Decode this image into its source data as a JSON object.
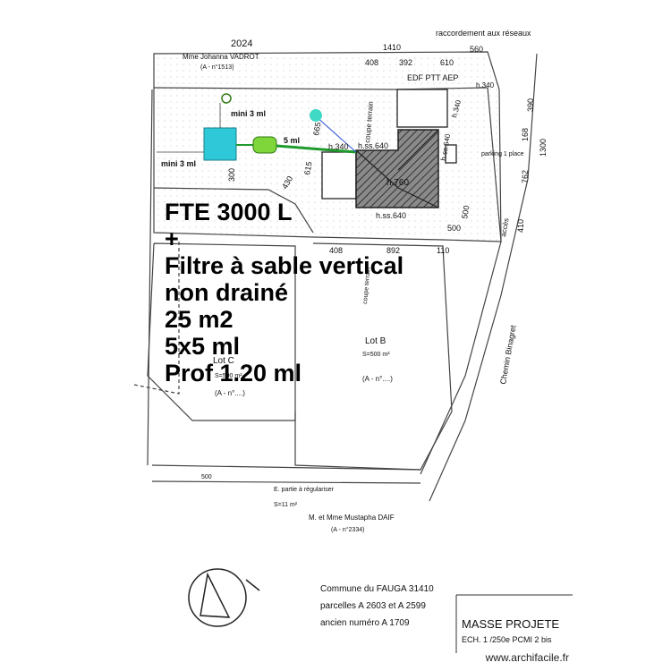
{
  "header": {
    "network_link": "raccordement aux réseaux",
    "neighbor_top": "Mme Johanna VADROT",
    "neighbor_top_ref": "(A - n°1513)"
  },
  "dimensions": {
    "top_total": "2024",
    "top_right": "1410",
    "top_560": "560",
    "d408a": "408",
    "d392": "392",
    "d610": "610",
    "right_390": "390",
    "right_168": "168",
    "right_1300": "1300",
    "right_762": "762",
    "right_410": "410",
    "right_500": "500",
    "left_300": "300",
    "d430": "430",
    "d615": "615",
    "d665": "665",
    "d408b": "408",
    "d892": "892",
    "d110": "110",
    "d500b": "500",
    "d500c": "500"
  },
  "levels": {
    "h340_top": "h.340",
    "h340_right": "h.340",
    "h340_mid": "h.340",
    "hss640_top": "h.ss.640",
    "hss640_right": "h.ss.640",
    "hss640_bottom": "h.ss.640",
    "h760": "h.760"
  },
  "site_labels": {
    "networks": "EDF PTT AEP",
    "cut": "coupe terrain",
    "cut2": "coupe terrain",
    "parking": "parking 1 place",
    "access": "accès",
    "road": "Chemin Binagret",
    "lot_b": "Lot B",
    "lot_b_area": "S=500 m²",
    "lot_b_ref": "(A - n°....)",
    "lot_c": "Lot C",
    "lot_c_area": "S=500 m²",
    "lot_c_ref": "(A - n°....)",
    "regularize": "E. partie à régulariser",
    "regularize_area": "S=11 m²",
    "neighbor_bottom": "M. et Mme Mustapha DAIF",
    "neighbor_bottom_ref": "(A - n°2334)"
  },
  "sanitation": {
    "mini_top": "mini 3 ml",
    "mini_left": "mini 3 ml",
    "pipe": "5 ml"
  },
  "annotation": {
    "line1": "FTE 3000 L",
    "line2": "+",
    "line3": "Filtre à sable vertical",
    "line4": "non drainé",
    "line5": "25 m2",
    "line6": "5x5 ml",
    "line7": "Prof 1.20 ml"
  },
  "title_block": {
    "commune": "Commune du FAUGA 31410",
    "parcels": "parcelles A 2603 et A 2599",
    "old_number": "ancien numéro  A 1709",
    "title": "MASSE PROJETE",
    "scale": "ECH. 1 /250e  PCMI 2 bis"
  },
  "watermark": "www.archifacile.fr",
  "colors": {
    "tank": "#2ec8d8",
    "filter": "#7fd63a",
    "pipe": "#1f9a2c",
    "blue_line": "#2b4fd8",
    "roof": "#6e6e6e",
    "lines": "#444444"
  }
}
